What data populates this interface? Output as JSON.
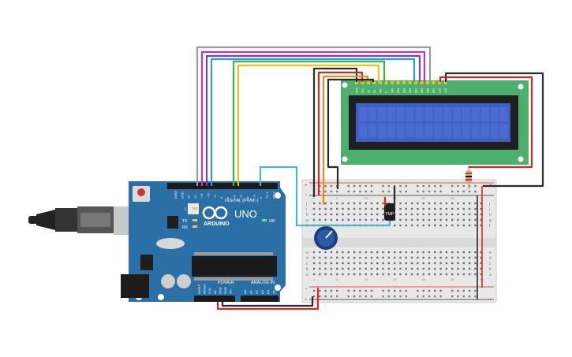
{
  "arduino": {
    "brand": "ARDUINO",
    "model": "UNO",
    "digital_label": "DIGITAL (PWM~)",
    "power_label": "POWER",
    "analog_label": "ANALOG IN",
    "on_label": "ON",
    "led_l": "L",
    "led_tx": "TX",
    "led_rx": "RX",
    "digital_pins": [
      "AREF",
      "GND",
      "13",
      "12",
      "~11",
      "~10",
      "~9",
      "8",
      "7",
      "~6",
      "~5",
      "4",
      "~3",
      "2",
      "TX 1",
      "RX 0"
    ],
    "power_pins": [
      "IOREF",
      "RESET",
      "3.3V",
      "5V",
      "GND",
      "GND",
      "Vin"
    ],
    "analog_pins": [
      "A0",
      "A1",
      "A2",
      "A3",
      "A4",
      "A5"
    ]
  },
  "lcd": {
    "pin_labels": [
      "GND",
      "VCC",
      "V0",
      "RS",
      "RW",
      "E",
      "DB0",
      "DB1",
      "DB2",
      "DB3",
      "DB4",
      "DB5",
      "DB6",
      "DB7",
      "LED",
      "LED"
    ]
  },
  "sensor": {
    "label": "TMP"
  },
  "breadboard": {
    "row_letters_top": [
      "j",
      "i",
      "h",
      "g",
      "f"
    ],
    "row_letters_bottom": [
      "e",
      "d",
      "c",
      "b",
      "a"
    ],
    "column_numbers": [
      "1",
      "5",
      "10",
      "15",
      "20",
      "25",
      "30"
    ],
    "plus": "+",
    "minus": "-"
  },
  "colors": {
    "board": "#2a6fa6",
    "lcd_pcb": "#4caf6e",
    "lcd_screen": "#3f5fc2",
    "wire_red": "#d9262a",
    "wire_black": "#2b2b2b",
    "wire_gray": "#9a9a9a",
    "wire_magenta": "#c436b8",
    "wire_purple": "#7e3fa8",
    "wire_blue": "#2a9fd6",
    "wire_green": "#3bb24a",
    "wire_yellow": "#e8c21b",
    "wire_orange": "#f08a1c",
    "wire_cyan": "#4fb3c9"
  }
}
